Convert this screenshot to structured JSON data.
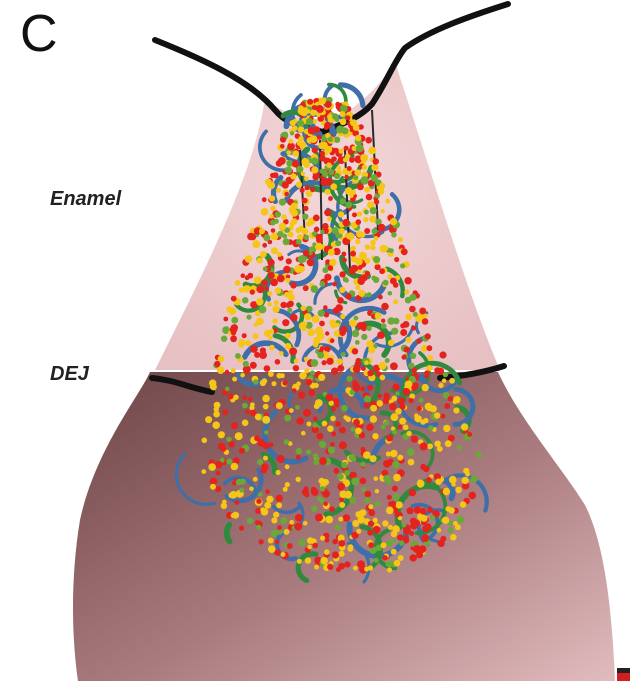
{
  "panel": {
    "letter": "C"
  },
  "labels": {
    "enamel": "Enamel",
    "dej": "DEJ"
  },
  "colors": {
    "enamel": "#ecc9cb",
    "dentin_dark": "#6e4446",
    "dentin_light": "#dcb3b5",
    "outline": "#111111",
    "fiber_blue": "#3f6fa8",
    "fiber_green": "#2f8a3e",
    "dot_red": "#e4231e",
    "dot_yellow": "#f5c518",
    "dot_green": "#6aa83a",
    "corner_mark": "#d11f1f"
  },
  "icons": [
    "tooth-cross-section",
    "lesion-fiber-mesh"
  ]
}
